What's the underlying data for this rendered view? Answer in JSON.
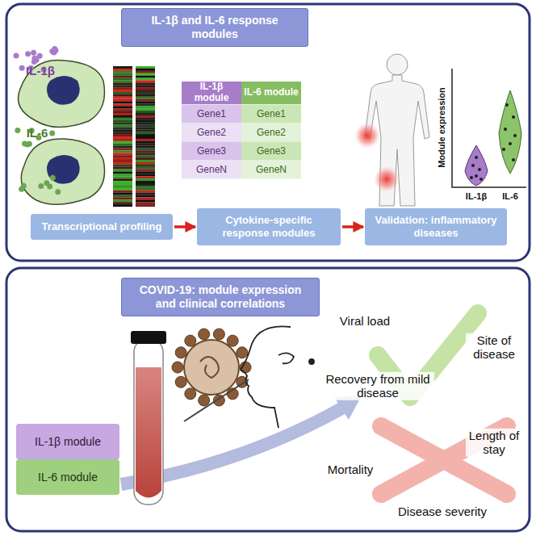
{
  "diagram": {
    "nodes": [
      {
        "text": [
          "IL-1β and IL-6 response modules"
        ]
      },
      {
        "text": [
          "Transcriptional profiling"
        ]
      },
      {
        "text": [
          "Cytokine-specific response modules"
        ]
      },
      {
        "text": [
          "Validation: inflammatory diseases"
        ]
      },
      {
        "text": [
          "COVID-19: module expression and clinical correlations"
        ]
      },
      {
        "text": [
          "IL-1β module"
        ]
      },
      {
        "text": [
          "IL-6 module"
        ]
      }
    ],
    "edges": [
      {
        "from": 1,
        "to": 2,
        "arrow": "to"
      },
      {
        "from": 2,
        "to": 3,
        "arrow": "to"
      }
    ],
    "labels": [
      "IL-1β",
      "IL-6",
      "IL-1β module",
      "IL-6 module",
      "Gene1",
      "Gene1",
      "Gene2",
      "Gene2",
      "Gene3",
      "Gene3",
      "GeneN",
      "GeneN",
      "Module expression",
      "IL-1β",
      "IL-6",
      "Viral load",
      "Site of disease",
      "Recovery from mild disease",
      "Mortality",
      "Length of stay",
      "Disease severity"
    ]
  }
}
